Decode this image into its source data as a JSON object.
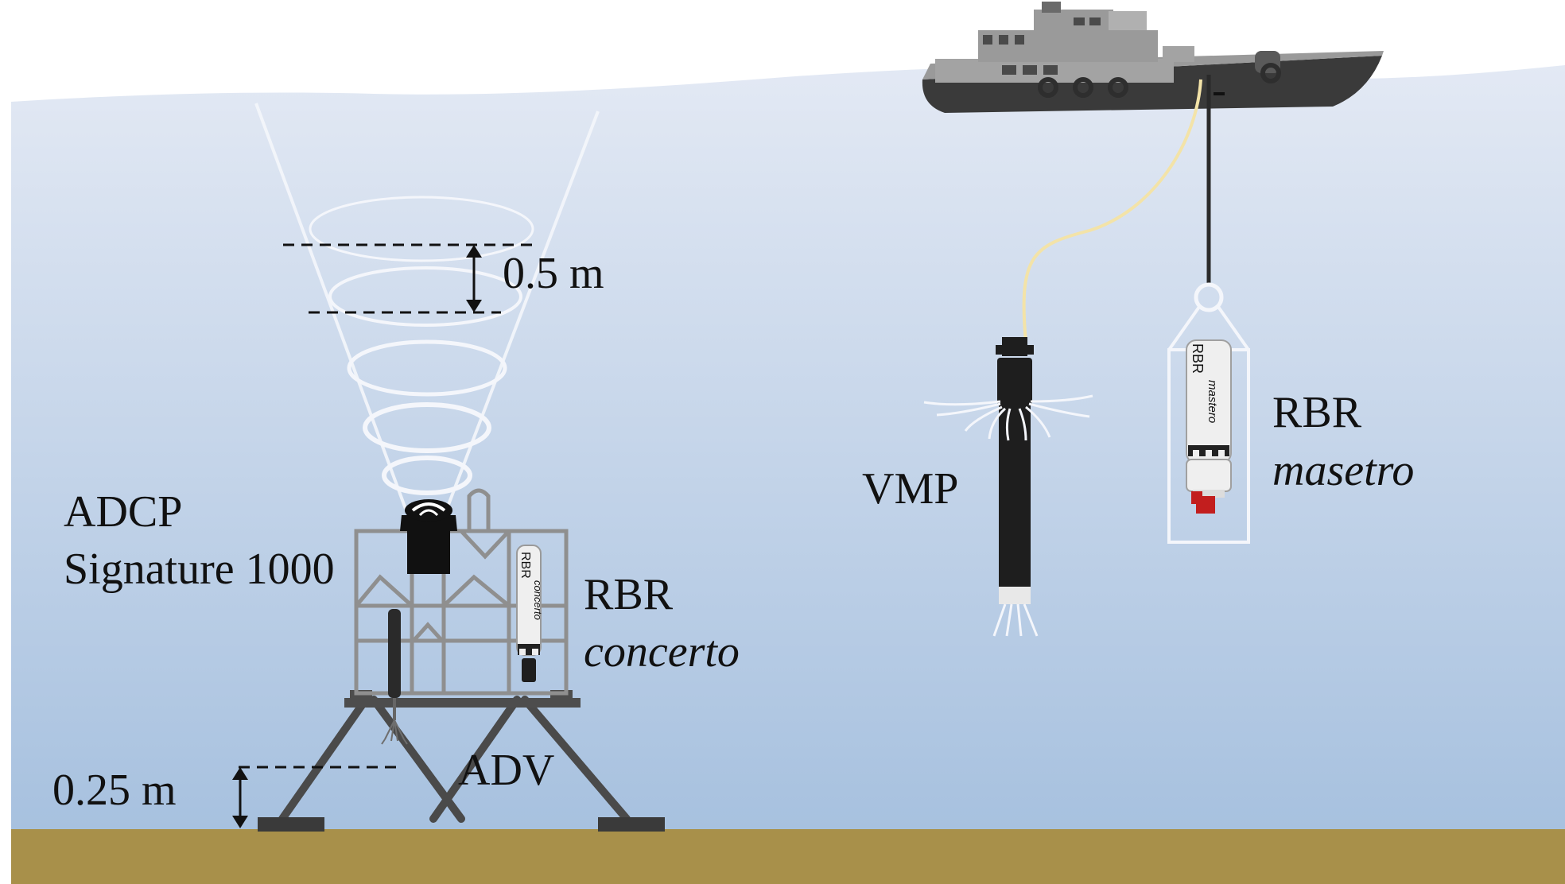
{
  "labels": {
    "adcp_line1": "ADCP",
    "adcp_line2": "Signature 1000",
    "rbr_concerto_line1": "RBR",
    "rbr_concerto_line2": "concerto",
    "adv": "ADV",
    "vmp": "VMP",
    "rbr_maestro_line1": "RBR",
    "rbr_maestro_line2": "masetro",
    "bin_spacing": "0.5 m",
    "adv_height": "0.25 m"
  },
  "instrument_text": {
    "concerto_brand": "RBR",
    "concerto_model": "concerto",
    "maestro_brand": "RBR",
    "maestro_model": "mastero"
  },
  "colors": {
    "water_top": "#dfe6f3",
    "water_bottom": "#a8c2df",
    "seabed": "#a8904a",
    "frame": "#8f8f8f",
    "frame_dark": "#4a4a4a",
    "instrument_black": "#1e1e1e",
    "boat_hull": "#3a3a3a",
    "boat_body": "#9a9a9a",
    "cable_yellow": "#f3e3a8",
    "red_sensor": "#c21e1e"
  }
}
